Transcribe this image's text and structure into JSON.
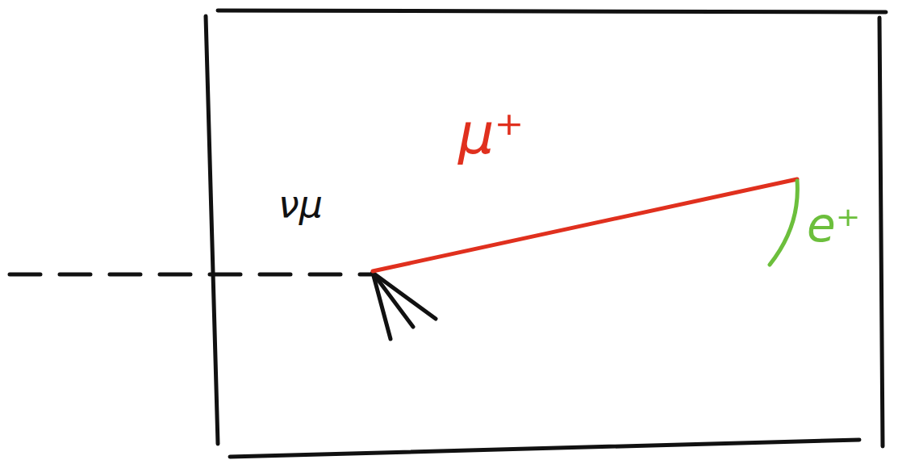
{
  "diagram": {
    "labels": [
      "νμ",
      "μ⁺",
      "e⁺"
    ]
  }
}
